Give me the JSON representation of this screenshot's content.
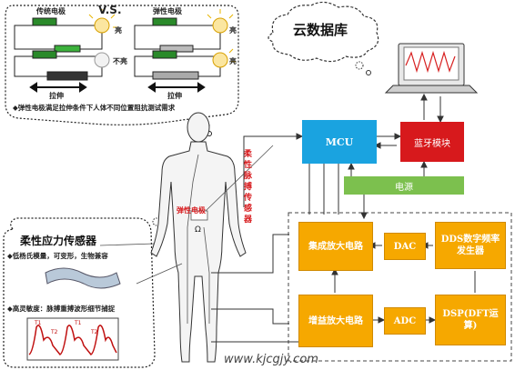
{
  "top_left": {
    "traditional_label": "传统电极",
    "vs_label": "V.S.",
    "elastic_label": "弹性电极",
    "bright1": "亮",
    "not_bright": "不亮",
    "bright2": "亮",
    "bright3": "亮",
    "stretch1": "拉伸",
    "stretch2": "拉伸",
    "caption": "◆弹性电极满足拉伸条件下人体不同位置阻抗测试需求"
  },
  "cloud": {
    "title": "云数据库"
  },
  "bottom_left": {
    "title": "柔性应力传感器",
    "bullet1": "◆低杨氏模量，可变形，生物兼容",
    "bullet2": "◆高灵敏度：脉搏重搏波形细节捕捉",
    "peak_labels": [
      "T1",
      "T2",
      "T1",
      "T2"
    ]
  },
  "body": {
    "elastic_electrode_label": "弹性电极",
    "ohm_label": "Ω",
    "pulse_sensor_label": "柔性脉搏传感器"
  },
  "blocks": {
    "mcu": "MCU",
    "bluetooth": "蓝牙模块",
    "power": "电源",
    "amp_integrated": "集成放大电路",
    "dac": "DAC",
    "dds": "DDS数字频率发生器",
    "amp_gain": "增益放大电路",
    "adc": "ADC",
    "dsp": "DSP(DFT运算)"
  },
  "watermark": "www.kjcgjy.com",
  "colors": {
    "yellow": "#f6a800",
    "blue": "#1aa3e0",
    "red": "#d7191c",
    "green": "#7cc04e"
  }
}
